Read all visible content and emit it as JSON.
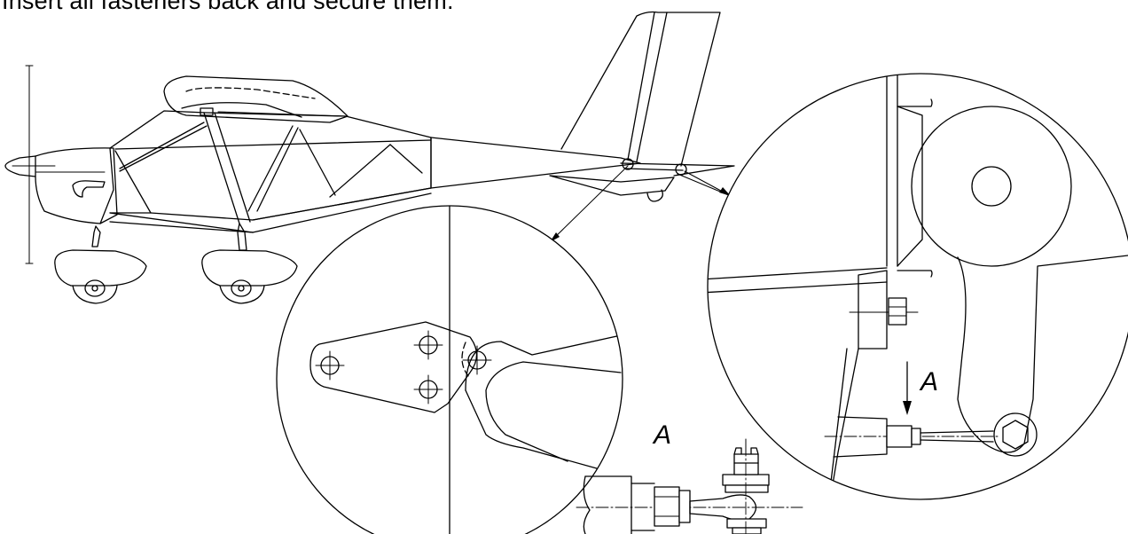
{
  "instruction": "Insert all fasteners back and secure them.",
  "labels": {
    "view_a_arrow": "A",
    "view_a_title": "A"
  }
}
